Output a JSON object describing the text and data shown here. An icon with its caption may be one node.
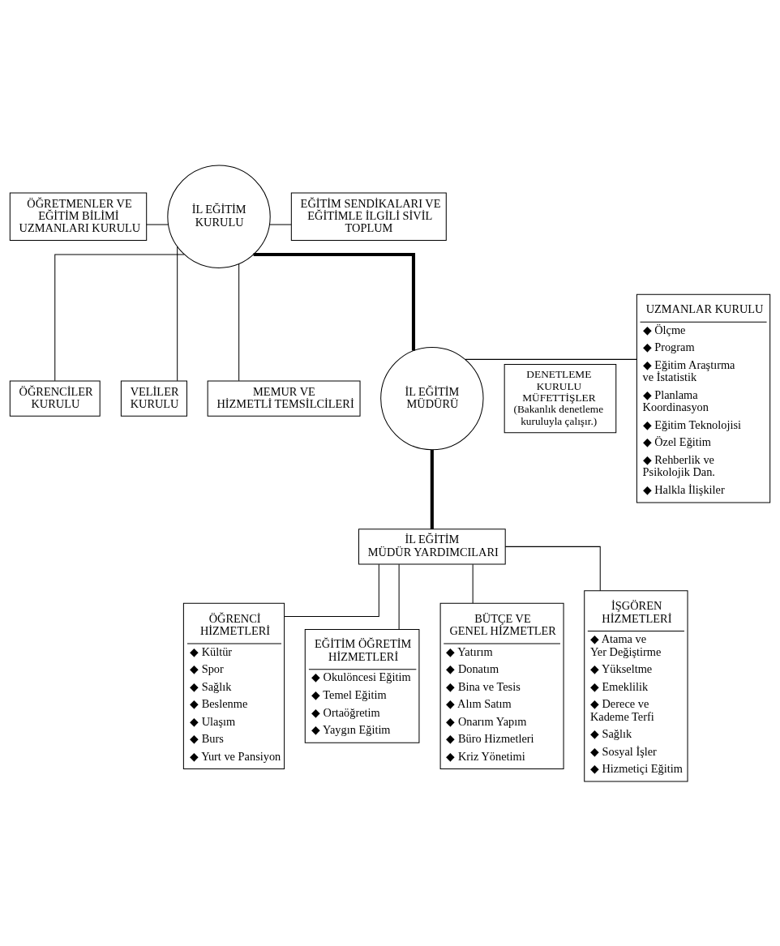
{
  "diagram": {
    "nodes": [
      {
        "text": [
          "ÖĞRETMENLER VE EĞİTİM BİLİMİ UZMANLARI KURULU"
        ]
      },
      {
        "text": [
          "İL EĞİTİM KURULU"
        ]
      },
      {
        "text": [
          "EĞİTİM SENDİKALARI VE EĞİTİMLE İLGİLİ SİVİL TOPLUM"
        ]
      },
      {
        "text": [
          "ÖĞRENCİLER KURULU"
        ]
      },
      {
        "text": [
          "VELİLER KURULU"
        ]
      },
      {
        "text": [
          "MEMUR VE HİZMETLİ TEMSİLCİLERİ"
        ]
      },
      {
        "text": [
          "UZMANLAR KURULU",
          "◆ Ölçme",
          "◆ Program",
          "◆ Eğitim Araştırma ve İstatistik",
          "◆ Planlama Koordinasyon",
          "◆ Eğitim Teknolojisi",
          "◆ Özel Eğitim",
          "◆ Rehberlik ve Psikolojik Dan.",
          "◆ Halkla İlişkiler"
        ]
      },
      {
        "text": [
          "İL EĞİTİM MÜDÜRÜ"
        ]
      },
      {
        "text": [
          "DENETLEME KURULU MÜFETTİŞLER",
          "(Bakanlık denetleme kuruluyla çalışır.)"
        ]
      },
      {
        "text": [
          "İL EĞİTİM MÜDÜR YARDIMCILARI"
        ]
      },
      {
        "text": [
          "ÖĞRENCİ HİZMETLERİ",
          "◆ Kültür",
          "◆ Spor",
          "◆ Sağlık",
          "◆ Beslenme",
          "◆ Ulaşım",
          "◆ Burs",
          "◆ Yurt ve Pansiyon"
        ]
      },
      {
        "text": [
          "EĞİTİM ÖĞRETİM HİZMETLERİ",
          "◆ Okulöncesi Eğitim",
          "◆ Temel Eğitim",
          "◆ Ortaöğretim",
          "◆ Yaygın Eğitim"
        ]
      },
      {
        "text": [
          "BÜTÇE VE GENEL HİZMETLER",
          "◆ Yatırım",
          "◆ Donatım",
          "◆ Bina ve Tesis",
          "◆ Alım Satım",
          "◆ Onarım Yapım",
          "◆ Büro Hizmetleri",
          "◆ Kriz Yönetimi"
        ]
      },
      {
        "text": [
          "İŞGÖREN HİZMETLERİ",
          "◆ Atama ve Yer Değiştirme",
          "◆ Yükseltme",
          "◆ Emeklilik",
          "◆ Derece ve Kademe Terfi",
          "◆ Sağlık",
          "◆ Sosyal İşler",
          "◆ Hizmetiçi Eğitim"
        ]
      }
    ],
    "edges": [
      {
        "from": 1,
        "to": 0,
        "arrow": "none"
      },
      {
        "from": 1,
        "to": 2,
        "arrow": "none"
      },
      {
        "from": 1,
        "to": 3,
        "arrow": "none"
      },
      {
        "from": 1,
        "to": 4,
        "arrow": "none"
      },
      {
        "from": 1,
        "to": 5,
        "arrow": "none"
      },
      {
        "from": 1,
        "to": 7,
        "arrow": "none",
        "style": "thick"
      },
      {
        "from": 7,
        "to": 6,
        "arrow": "none"
      },
      {
        "from": 7,
        "to": 9,
        "arrow": "none",
        "style": "thick"
      },
      {
        "from": 9,
        "to": 10,
        "arrow": "none"
      },
      {
        "from": 9,
        "to": 11,
        "arrow": "none"
      },
      {
        "from": 9,
        "to": 12,
        "arrow": "none"
      },
      {
        "from": 9,
        "to": 13,
        "arrow": "none"
      }
    ]
  }
}
